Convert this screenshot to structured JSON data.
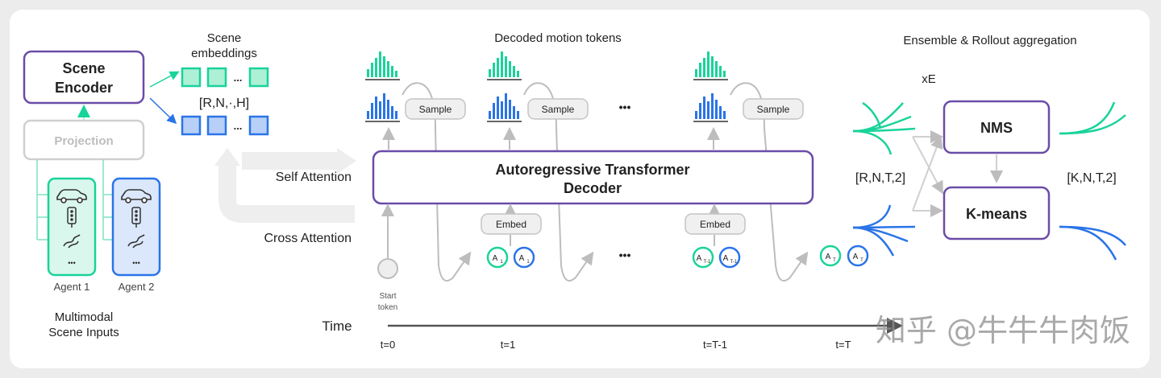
{
  "encoder": {
    "title_line1": "Scene",
    "title_line2": "Encoder",
    "projection": "Projection",
    "agents": [
      "Agent 1",
      "Agent 2"
    ],
    "ellipsis": "•••",
    "caption_line1": "Multimodal",
    "caption_line2": "Scene Inputs"
  },
  "embeddings": {
    "label_line1": "Scene",
    "label_line2": "embeddings",
    "shape": "[R,N,·,H]",
    "ellipsis": "..."
  },
  "attention": {
    "self": "Self Attention",
    "cross": "Cross Attention"
  },
  "decoder": {
    "section_title": "Decoded motion tokens",
    "line1": "Autoregressive Transformer",
    "line2": "Decoder",
    "sample": "Sample",
    "embed": "Embed",
    "ellipsis": "•••",
    "start_line1": "Start",
    "start_line2": "token"
  },
  "tokens": {
    "a": "A",
    "sub1": "1",
    "subT1": "T-1",
    "subT": "T"
  },
  "time": {
    "label": "Time",
    "ticks": [
      "t=0",
      "t=1",
      "t=T-1",
      "t=T"
    ]
  },
  "aggregation": {
    "title": "Ensemble & Rollout aggregation",
    "xE": "xE",
    "nms": "NMS",
    "kmeans": "K-means",
    "in_shape": "[R,N,T,2]",
    "out_shape": "[K,N,T,2]"
  },
  "colors": {
    "green": "#19d39a",
    "blue": "#2a74e8",
    "purple": "#6a4ca8",
    "grey": "#bdbdbd"
  },
  "icons": [
    "car-icon",
    "traffic-light-icon",
    "road-curve-icon"
  ],
  "watermark": "知乎 @牛牛牛肉饭"
}
